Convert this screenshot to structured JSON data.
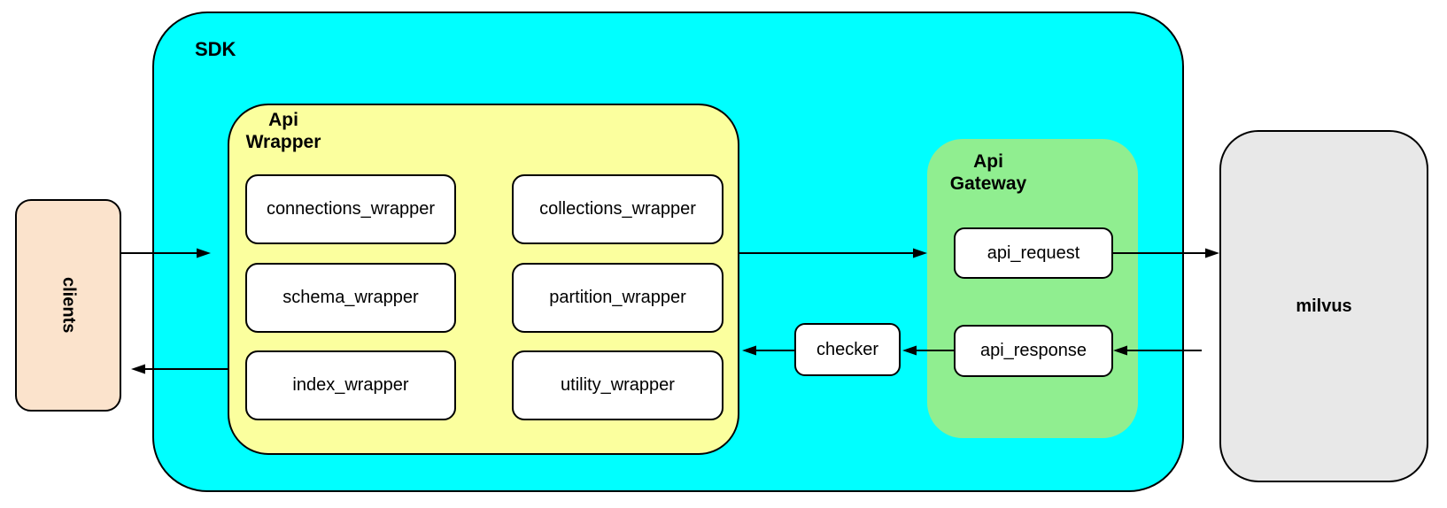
{
  "nodes": {
    "sdk": {
      "label": "SDK"
    },
    "clients": {
      "label": "clients"
    },
    "api_wrapper": {
      "label_line1": "Api",
      "label_line2": "Wrapper"
    },
    "wrappers": [
      "connections_wrapper",
      "collections_wrapper",
      "schema_wrapper",
      "partition_wrapper",
      "index_wrapper",
      "utility_wrapper"
    ],
    "checker": {
      "label": "checker"
    },
    "api_gateway": {
      "label_line1": "Api",
      "label_line2": "Gateway"
    },
    "api_request": {
      "label": "api_request"
    },
    "api_response": {
      "label": "api_response"
    },
    "milvus": {
      "label": "milvus"
    }
  },
  "edges": [
    {
      "from": "clients",
      "to": "sdk",
      "direction": "right"
    },
    {
      "from": "sdk",
      "to": "clients",
      "direction": "left"
    },
    {
      "from": "api_wrapper",
      "to": "api_gateway",
      "direction": "right"
    },
    {
      "from": "api_request",
      "to": "milvus",
      "direction": "right"
    },
    {
      "from": "milvus",
      "to": "api_response",
      "direction": "left"
    },
    {
      "from": "api_response",
      "to": "checker",
      "direction": "left"
    },
    {
      "from": "checker",
      "to": "api_wrapper",
      "direction": "left"
    }
  ],
  "colors": {
    "sdk_fill": "#00FFFF",
    "api_wrapper_fill": "#FBFF9E",
    "api_gateway_fill": "#90EE90",
    "clients_fill": "#FBE3CC",
    "milvus_fill": "#E8E8E8",
    "node_fill": "#FFFFFF",
    "border": "#000000"
  }
}
